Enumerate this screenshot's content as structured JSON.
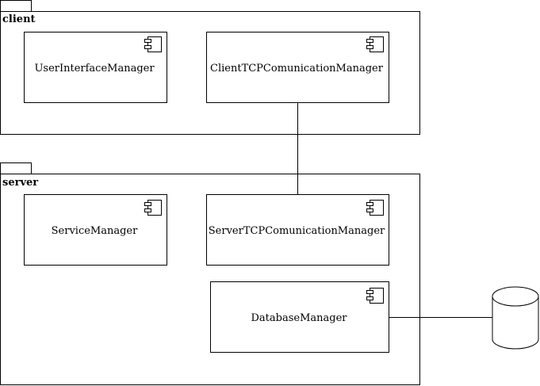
{
  "packages": {
    "client": {
      "label": "client"
    },
    "server": {
      "label": "server"
    }
  },
  "components": {
    "user_interface_manager": {
      "label": "UserInterfaceManager",
      "icon": "component-icon"
    },
    "client_tcp_manager": {
      "label": "ClientTCPComunicationManager",
      "icon": "component-icon"
    },
    "service_manager": {
      "label": "ServiceManager",
      "icon": "component-icon"
    },
    "server_tcp_manager": {
      "label": "ServerTCPComunicationManager",
      "icon": "component-icon"
    },
    "database_manager": {
      "label": "DatabaseManager",
      "icon": "component-icon"
    }
  },
  "external": {
    "database": {
      "icon": "database-cylinder-icon"
    }
  },
  "connections": [
    {
      "from": "client_tcp_manager",
      "to": "server_tcp_manager"
    },
    {
      "from": "database_manager",
      "to": "database"
    }
  ]
}
